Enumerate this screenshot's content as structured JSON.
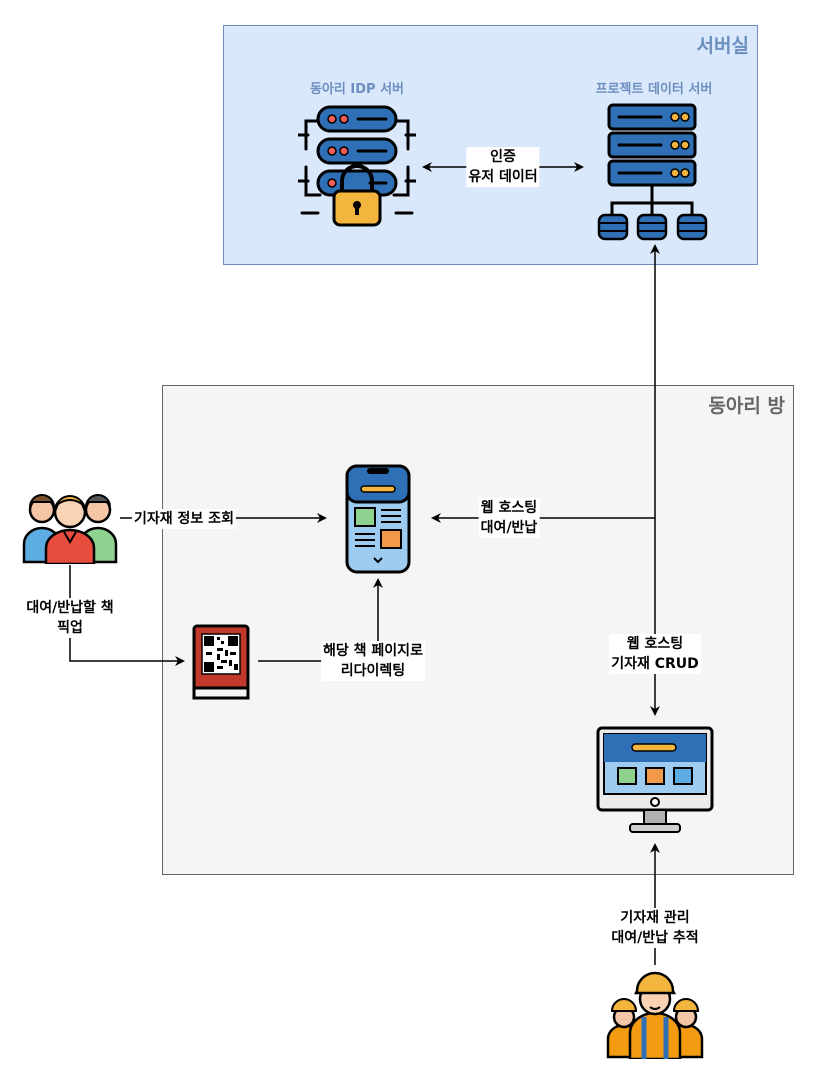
{
  "server_room": {
    "title": "서버실",
    "idp_server": {
      "label": "동아리 IDP 서버",
      "icon": "secure-server-icon"
    },
    "data_server": {
      "label": "프로젝트 데이터 서버",
      "icon": "database-server-icon"
    },
    "link": {
      "lines": [
        "인증",
        "유저 데이터"
      ]
    }
  },
  "club_room": {
    "title": "동아리 방",
    "phone": {
      "icon": "mobile-app-icon"
    },
    "qr_book": {
      "icon": "qr-code-book-icon"
    },
    "monitor": {
      "icon": "desktop-monitor-icon"
    }
  },
  "actors": {
    "members": {
      "icon": "users-group-icon"
    },
    "admins": {
      "icon": "workers-group-icon"
    }
  },
  "edges": {
    "lookup": {
      "label": "기자재 정보 조회"
    },
    "pickup": {
      "lines": [
        "대여/반납할 책",
        "픽업"
      ]
    },
    "redirect": {
      "lines": [
        "해당 책 페이지로",
        "리다이렉팅"
      ]
    },
    "web_rent": {
      "lines": [
        "웹 호스팅",
        "대여/반납"
      ]
    },
    "web_crud": {
      "lines": [
        "웹 호스팅",
        "기자재 CRUD"
      ]
    },
    "manage": {
      "lines": [
        "기자재 관리",
        "대여/반납 추적"
      ]
    }
  },
  "colors": {
    "server_zone_fill": "#dae8fc",
    "server_zone_border": "#6c8ebf",
    "club_zone_fill": "#f5f5f5",
    "club_zone_border": "#666666",
    "server_blue": "#2f6fb5",
    "accent_orange": "#f4b53f",
    "book_red": "#c0392b"
  }
}
